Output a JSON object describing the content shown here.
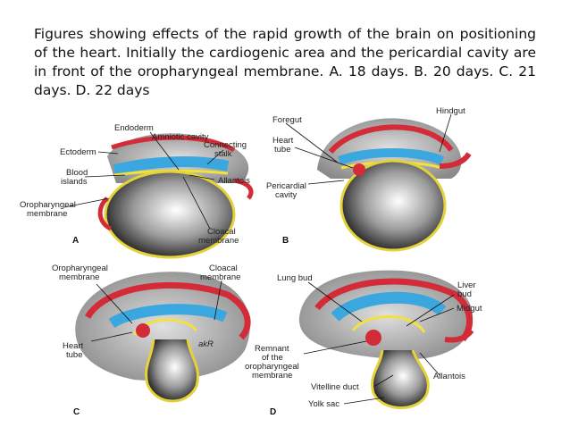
{
  "caption": "Figures showing effects of the rapid growth of the brain on positioning of the heart. Initially the cardiogenic area and the pericardial cavity are in front of the oropharyngeal membrane. A. 18 days. B. 20 days. C. 21 days. D. 22 days",
  "panels": {
    "A": {
      "letter": "A",
      "labels": {
        "endoderm": "Endoderm",
        "amniotic": "Amniotic cavity",
        "connecting1": "Connecting",
        "connecting2": "stalk",
        "ectoderm": "Ectoderm",
        "blood1": "Blood",
        "blood2": "islands",
        "allantois": "Allantois",
        "oro1": "Oropharyngeal",
        "oro2": "membrane",
        "cloacal1": "Cloacal",
        "cloacal2": "membrane"
      }
    },
    "B": {
      "letter": "B",
      "labels": {
        "foregut": "Foregut",
        "hindgut": "Hindgut",
        "heart1": "Heart",
        "heart2": "tube",
        "pericardial1": "Pericardial",
        "pericardial2": "cavity"
      }
    },
    "C": {
      "letter": "C",
      "labels": {
        "oro1": "Oropharyngeal",
        "oro2": "membrane",
        "cloacal1": "Cloacal",
        "cloacal2": "membrane",
        "heart1": "Heart",
        "heart2": "tube",
        "signature": "akR"
      }
    },
    "D": {
      "letter": "D",
      "labels": {
        "lungbud": "Lung bud",
        "liver1": "Liver",
        "liver2": "bud",
        "midgut": "Midgut",
        "remnant1": "Remnant",
        "remnant2": "of the",
        "remnant3": "oropharyngeal",
        "remnant4": "membrane",
        "allantois": "Allantois",
        "vitelline": "Vitelline duct",
        "yolksac": "Yolk sac"
      }
    }
  }
}
